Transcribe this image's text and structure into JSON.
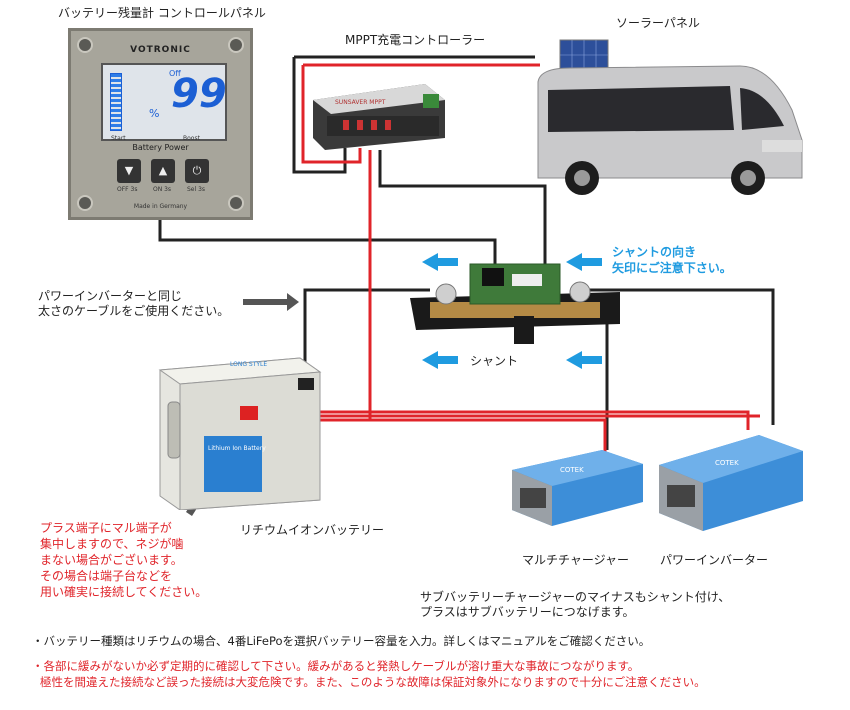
{
  "labels": {
    "panel_title": "バッテリー残量計 コントロールパネル",
    "mppt_title": "MPPT充電コントローラー",
    "solar_title": "ソーラーパネル",
    "shunt_dir_1": "シャントの向き",
    "shunt_dir_2": "矢印にご注意下さい。",
    "cable_note_1": "パワーインバーターと同じ",
    "cable_note_2": "太さのケーブルをご使用ください。",
    "shunt_label": "シャント",
    "battery_label": "リチウムイオンバッテリー",
    "charger_label": "マルチチャージャー",
    "inverter_label": "パワーインバーター",
    "plus_note_1": "プラス端子にマル端子が",
    "plus_note_2": "集中しますので、ネジが噛",
    "plus_note_3": "まない場合がございます。",
    "plus_note_4": "その場合は端子台などを",
    "plus_note_5": "用い確実に接続してください。",
    "sub_note_1": "サブバッテリーチャージャーのマイナスもシャント付け、",
    "sub_note_2": "プラスはサブバッテリーにつなげます。"
  },
  "notes": {
    "note_1": "・バッテリー種類はリチウムの場合、4番LiFePoを選択バッテリー容量を入力。詳しくはマニュアルをご確認ください。",
    "note_2": "・各部に緩みがないか必ず定期的に確認して下さい。緩みがあると発熱しケーブルが溶け重大な事故につながります。",
    "note_3": "極性を間違えた接続など誤った接続は大変危険です。また、このような故障は保証対象外になりますので十分にご注意ください。"
  },
  "panel": {
    "brand": "VOTRONIC",
    "off": "Off",
    "value": "99",
    "unit": "%",
    "start": "Start",
    "boost": "Boost",
    "title": "Battery Power",
    "btn_1": "OFF 3s",
    "btn_2": "ON 3s",
    "btn_3": "Sel 3s",
    "made": "Made in Germany"
  },
  "devices": {
    "mppt_brand": "SUNSAVER MPPT",
    "battery_brand": "LONG STYLE",
    "battery_sub": "Lithium Ion Battery",
    "charger_brand": "COTEK",
    "inverter_brand": "COTEK"
  },
  "colors": {
    "positive": "#e0242a",
    "negative": "#222222",
    "arrow": "#1f9be0",
    "device_blue": "#3d8ed8"
  }
}
